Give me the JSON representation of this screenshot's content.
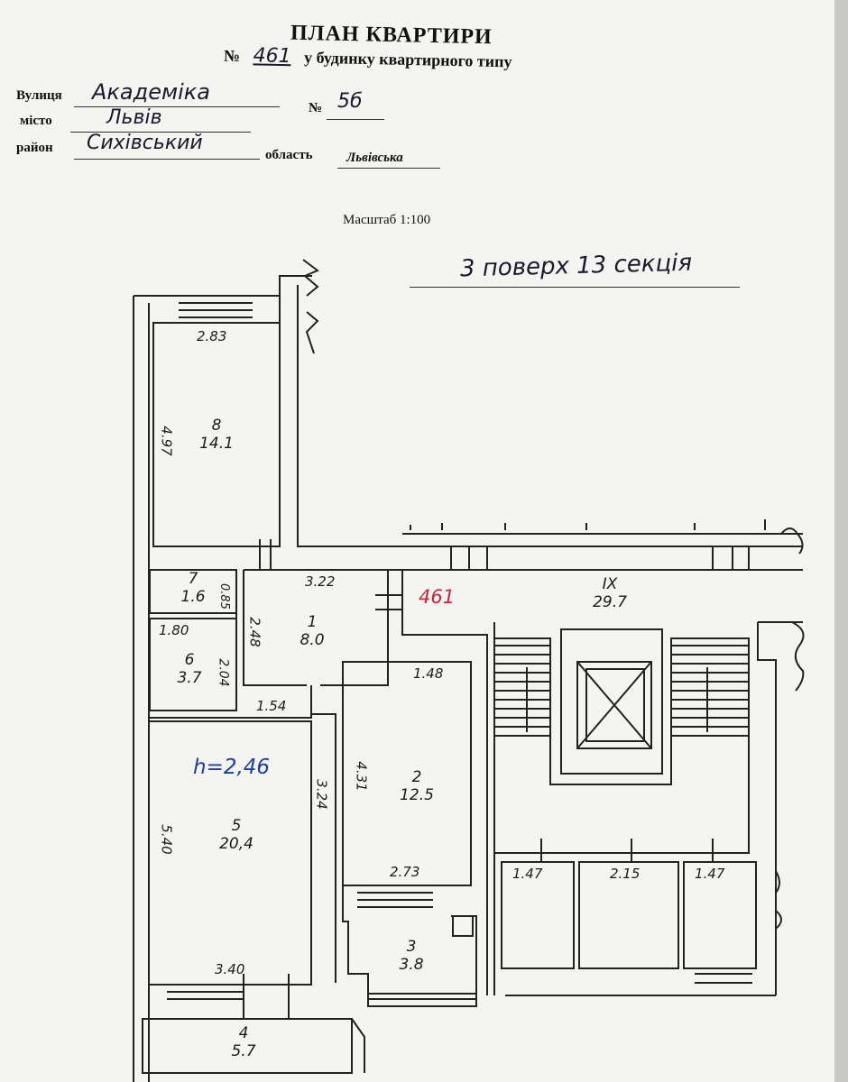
{
  "header": {
    "title": "ПЛАН КВАРТИРИ",
    "number_label": "№",
    "number_value": "461",
    "house_type": "у будинку квартирного типу",
    "street_label": "Вулиця",
    "street_value": "Академіка",
    "house_no_label": "№",
    "house_no_value": "5б",
    "city_label": "місто",
    "city_value": "Львів",
    "district_label": "район",
    "district_value": "Сихівський",
    "region_label": "область",
    "region_value": "Львівська"
  },
  "scale": "Масштаб 1:100",
  "floor_note": "3 поверх 13 секція",
  "plan": {
    "apartment_mark": "461",
    "ceiling_height": "h=2,46",
    "rooms": [
      {
        "id": "r8",
        "number": "8",
        "area": "14.1"
      },
      {
        "id": "r7",
        "number": "7",
        "area": "1.6"
      },
      {
        "id": "r6",
        "number": "6",
        "area": "3.7"
      },
      {
        "id": "r1",
        "number": "1",
        "area": "8.0"
      },
      {
        "id": "r2",
        "number": "2",
        "area": "12.5"
      },
      {
        "id": "r5",
        "number": "5",
        "area": "20,4"
      },
      {
        "id": "r3",
        "number": "3",
        "area": "3.8"
      },
      {
        "id": "r4",
        "number": "4",
        "area": "5.7"
      },
      {
        "id": "r9",
        "number": "IX",
        "area": "29.7"
      }
    ],
    "dimensions": {
      "d_2_83": "2.83",
      "d_4_97": "4.97",
      "d_3_22": "3.22",
      "d_0_85": "0.85",
      "d_2_48": "2.48",
      "d_1_80": "1.80",
      "d_2_04": "2.04",
      "d_1_54": "1.54",
      "d_1_48": "1.48",
      "d_4_31": "4.31",
      "d_3_24": "3.24",
      "d_5_40": "5.40",
      "d_2_73": "2.73",
      "d_3_40": "3.40",
      "d_1_47a": "1.47",
      "d_2_15": "2.15",
      "d_1_47b": "1.47"
    }
  }
}
